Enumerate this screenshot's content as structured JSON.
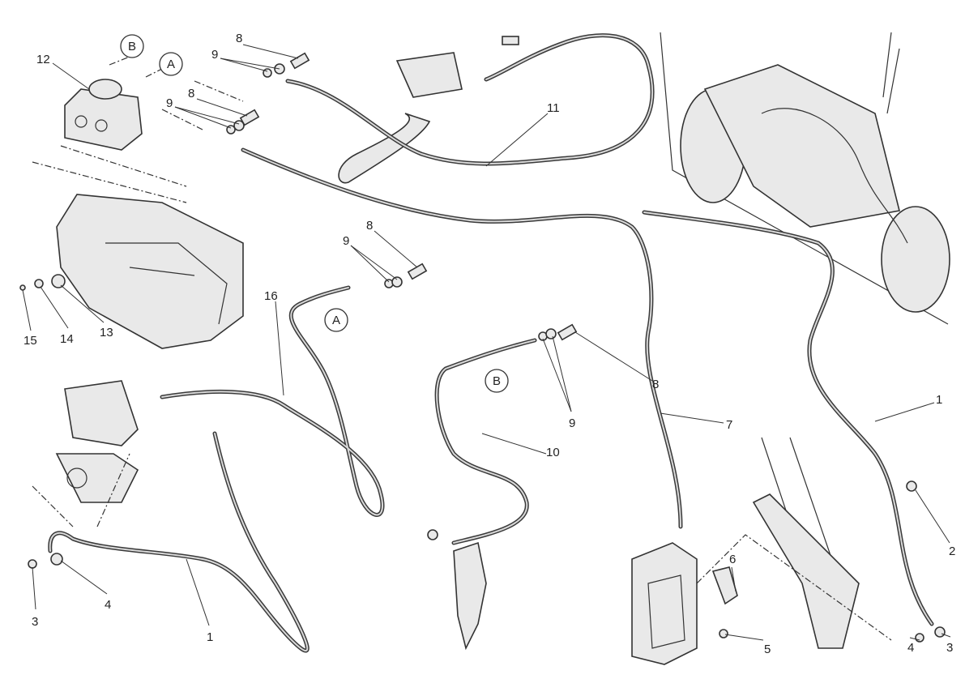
{
  "callouts": {
    "c12": "12",
    "cB1": "B",
    "cA1": "A",
    "c8a": "8",
    "c9a": "9",
    "c8b": "8",
    "c9b": "9",
    "c11": "11",
    "c8c": "8",
    "c9c": "9",
    "cA2": "A",
    "c16": "16",
    "c15": "15",
    "c14": "14",
    "c13": "13",
    "cB2": "B",
    "c8d": "8",
    "c9d": "9",
    "c10": "10",
    "c7": "7",
    "c1a": "1",
    "c2": "2",
    "c3a": "3",
    "c4a": "4",
    "c1b": "1",
    "c6": "6",
    "c5": "5",
    "c4b": "4",
    "c3b": "3"
  }
}
